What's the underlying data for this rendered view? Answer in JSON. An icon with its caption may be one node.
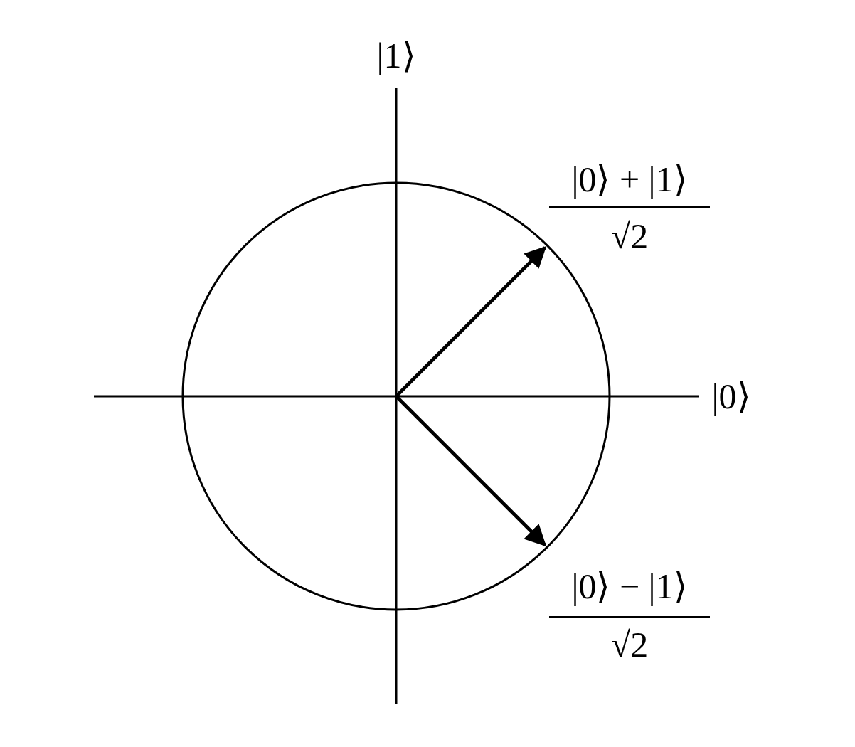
{
  "diagram": {
    "labels": [
      "|1⟩",
      "|0⟩ + |1⟩",
      "√2",
      "|0⟩",
      "|0⟩ − |1⟩",
      "√2"
    ]
  }
}
